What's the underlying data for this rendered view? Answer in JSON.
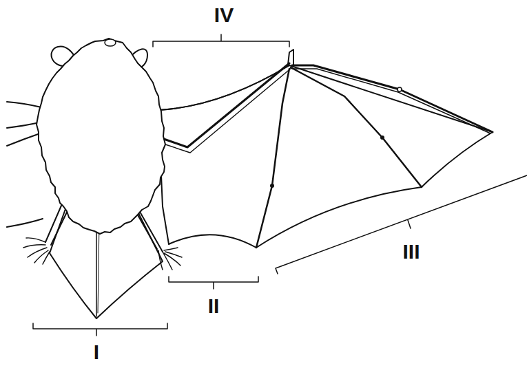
{
  "diagram": {
    "labels": [
      "IV",
      "III",
      "II",
      "I"
    ]
  }
}
